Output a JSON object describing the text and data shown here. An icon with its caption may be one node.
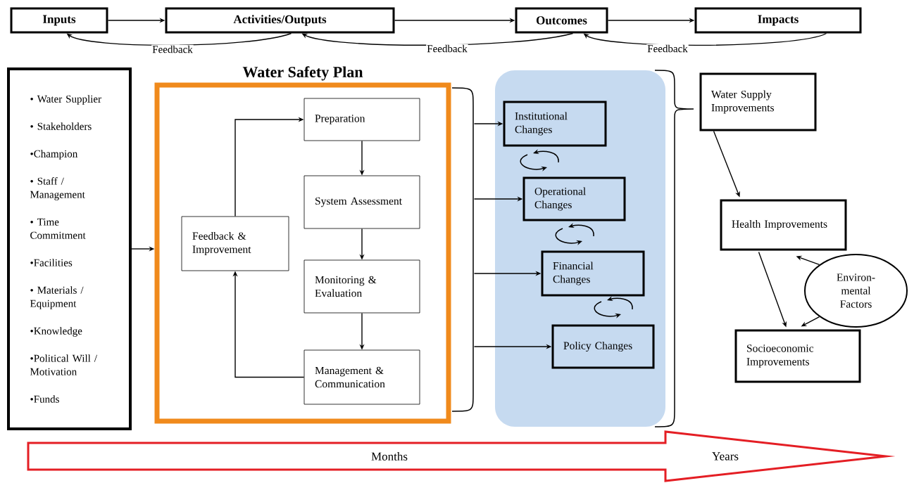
{
  "diagram": {
    "nodes": [
      {
        "text": [
          "Inputs"
        ]
      },
      {
        "text": [
          "Activities/Outputs"
        ]
      },
      {
        "text": [
          "Outcomes"
        ]
      },
      {
        "text": [
          "Impacts"
        ]
      },
      {
        "text": [
          "• Water Supplier",
          "• Stakeholders",
          "•Champion",
          "• Staff / Management",
          "• Time Commitment",
          "•Facilities",
          "• Materials / Equipment",
          "•Knowledge",
          "•Political Will / Motivation",
          "•Funds"
        ]
      },
      {
        "text": [
          "Water Safety Plan"
        ]
      },
      {
        "text": [
          "Preparation"
        ],
        "in": 5
      },
      {
        "text": [
          "System Assessment"
        ],
        "in": 5
      },
      {
        "text": [
          "Monitoring & Evaluation"
        ],
        "in": 5
      },
      {
        "text": [
          "Management & Communication"
        ],
        "in": 5
      },
      {
        "text": [
          "Feedback & Improvement"
        ],
        "in": 5
      },
      {
        "text": [],
        "shape": "box"
      },
      {
        "text": [
          "Institutional Changes"
        ],
        "in": 11
      },
      {
        "text": [
          "Operational Changes"
        ],
        "in": 11
      },
      {
        "text": [
          "Financial Changes"
        ],
        "in": 11
      },
      {
        "text": [
          "Policy Changes"
        ],
        "in": 11
      },
      {
        "text": [
          "Water Supply Improvements"
        ]
      },
      {
        "text": [
          "Health Improvements"
        ]
      },
      {
        "text": [
          "Environ- mental Factors"
        ]
      },
      {
        "text": [
          "Socioeconomic Improvements"
        ]
      },
      {
        "text": [
          "Months",
          "Years"
        ]
      }
    ],
    "edges": [
      {
        "from": 0,
        "to": 1,
        "arrow": "to"
      },
      {
        "from": 1,
        "to": 2,
        "arrow": "to"
      },
      {
        "from": 2,
        "to": 3,
        "arrow": "to"
      },
      {
        "from": 1,
        "to": 0,
        "arrow": "to",
        "label": "Feedback"
      },
      {
        "from": 2,
        "to": 1,
        "arrow": "to",
        "label": "Feedback"
      },
      {
        "from": 3,
        "to": 2,
        "arrow": "to",
        "label": "Feedback"
      },
      {
        "from": 4,
        "to": 5,
        "arrow": "to"
      },
      {
        "from": 5,
        "to": 12,
        "arrow": "to"
      },
      {
        "from": 5,
        "to": 13,
        "arrow": "to"
      },
      {
        "from": 5,
        "to": 14,
        "arrow": "to"
      },
      {
        "from": 5,
        "to": 15,
        "arrow": "to"
      },
      {
        "from": 6,
        "to": 7,
        "arrow": "to"
      },
      {
        "from": 7,
        "to": 8,
        "arrow": "to"
      },
      {
        "from": 8,
        "to": 9,
        "arrow": "to"
      },
      {
        "from": 9,
        "to": 10,
        "arrow": "to"
      },
      {
        "from": 10,
        "to": 6,
        "arrow": "to"
      },
      {
        "from": 16,
        "to": 17,
        "arrow": "to"
      },
      {
        "from": 17,
        "to": 19,
        "arrow": "to"
      },
      {
        "from": 18,
        "to": 17,
        "arrow": "to"
      },
      {
        "from": 18,
        "to": 19,
        "arrow": "to"
      }
    ]
  }
}
